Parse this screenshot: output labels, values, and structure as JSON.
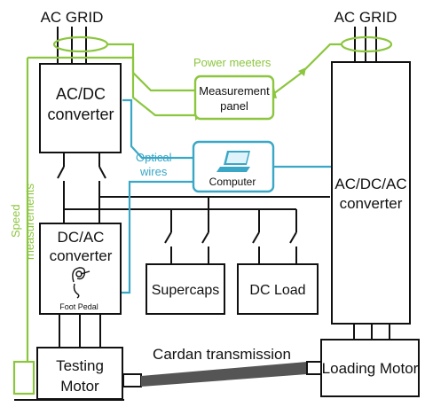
{
  "grid_left": "AC GRID",
  "grid_right": "AC GRID",
  "power_meters": "Power meeters",
  "measurement_panel": [
    "Measurement",
    "panel"
  ],
  "acdc_converter": [
    "AC/DC",
    "converter"
  ],
  "optical_wires": [
    "Optical",
    "wires"
  ],
  "computer": "Computer",
  "acdcac_converter": [
    "AC/DC/AC",
    "converter"
  ],
  "dcac_converter": [
    "DC/AC",
    "converter"
  ],
  "foot_pedal": "Foot Pedal",
  "supercaps": "Supercaps",
  "dc_load": "DC Load",
  "speed_measurements": [
    "Speed",
    "measurements"
  ],
  "testing_motor": [
    "Testing",
    "Motor"
  ],
  "cardan_transmission": "Cardan transmission",
  "loading_motor": "Loading Motor",
  "colors": {
    "measurement_lines": "#8cc63f",
    "optical_lines": "#3aa7c6",
    "blocks": "#111111",
    "shaft": "#555555"
  }
}
